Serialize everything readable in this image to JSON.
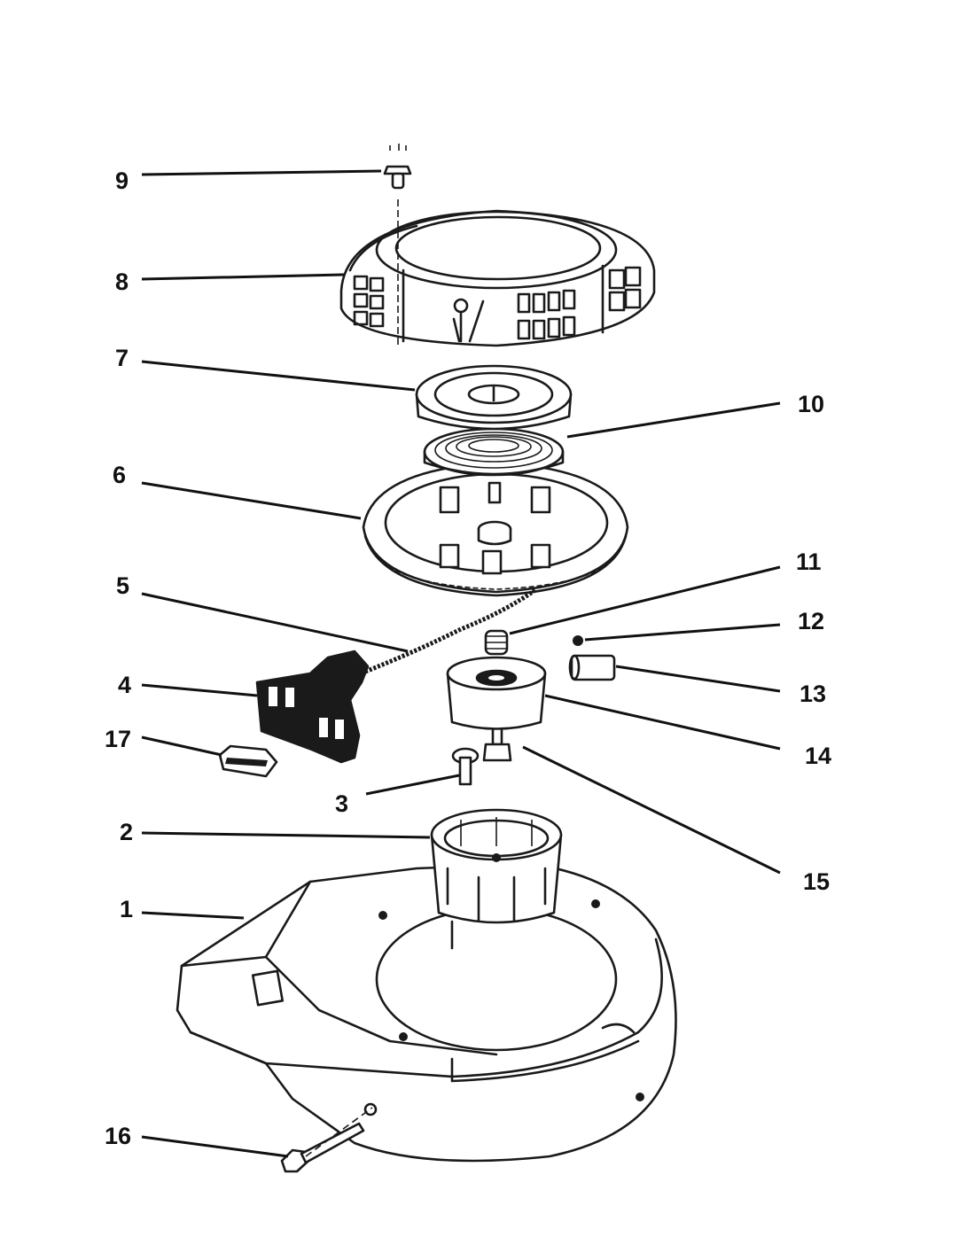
{
  "callouts": {
    "c1": "1",
    "c2": "2",
    "c3": "3",
    "c4": "4",
    "c5": "5",
    "c6": "6",
    "c7": "7",
    "c8": "8",
    "c9": "9",
    "c10": "10",
    "c11": "11",
    "c12": "12",
    "c13": "13",
    "c14": "14",
    "c15": "15",
    "c16": "16",
    "c17": "17"
  },
  "colors": {
    "ink": "#1a1a1a",
    "background": "#ffffff"
  }
}
